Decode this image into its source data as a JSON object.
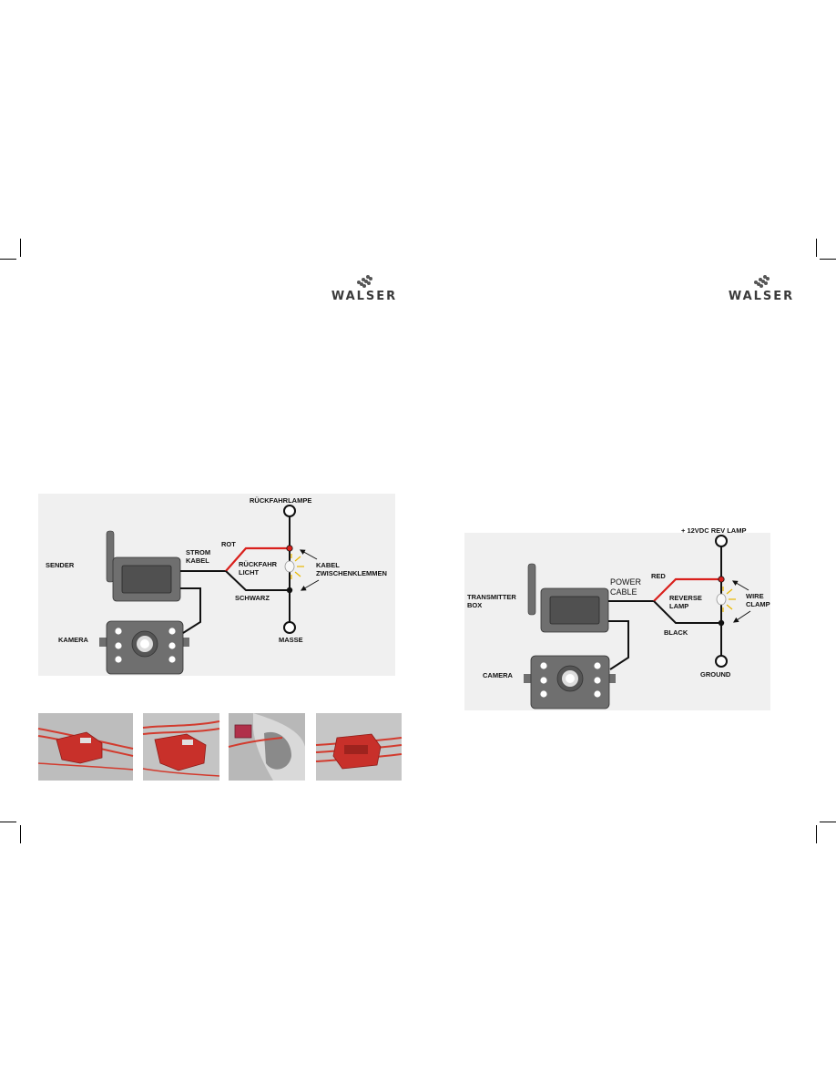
{
  "brand": {
    "name": "WALSER"
  },
  "german_diagram": {
    "lamp_label": "RÜCKFAHRLAMPE",
    "ground_label": "MASSE",
    "transmitter_label": "SENDER",
    "camera_label": "KAMERA",
    "cable_label": "STROM\nKABEL",
    "red_label": "ROT",
    "black_label": "SCHWARZ",
    "reverse_light_label": "RÜCKFAHR\nLICHT",
    "clamp_label": "KABEL\nZWISCHENKLEMMEN"
  },
  "english_diagram": {
    "lamp_label": "+ 12VDC REV LAMP",
    "ground_label": "GROUND",
    "transmitter_label": "TRANSMITTER\nBOX",
    "camera_label": "CAMERA",
    "cable_label": "POWER\nCABLE",
    "red_label": "RED",
    "black_label": "BLACK",
    "reverse_light_label": "REVERSE\nLAMP",
    "clamp_label": "WIRE\nCLAMP"
  },
  "photos": [
    {
      "name": "clamp-open"
    },
    {
      "name": "clamp-wires-inserted"
    },
    {
      "name": "clamp-pliers"
    },
    {
      "name": "clamp-closed"
    }
  ],
  "colors": {
    "wire_red": "#d9201c",
    "wire_black": "#111111",
    "panel": "#f0f0f0",
    "device": "#6f6f6f"
  }
}
